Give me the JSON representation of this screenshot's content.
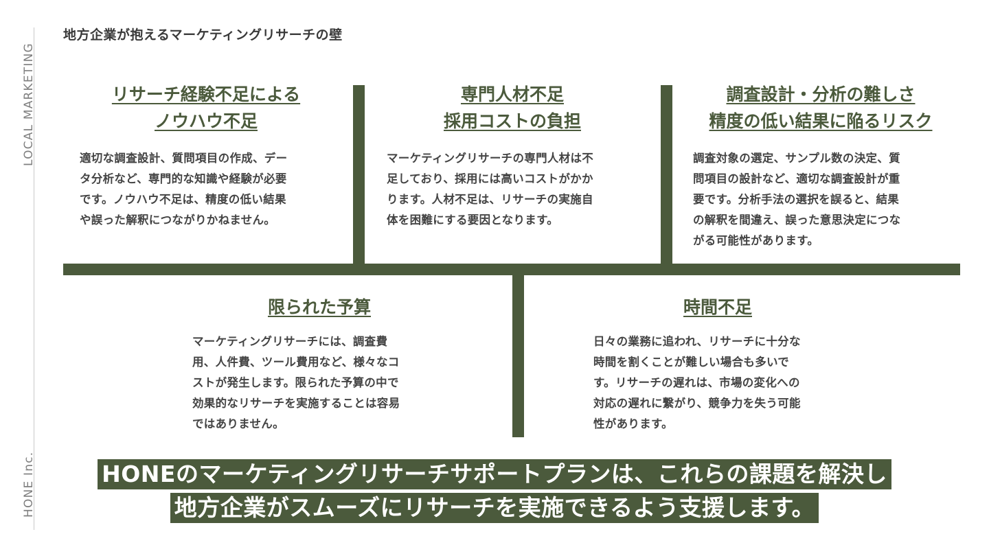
{
  "sidebar": {
    "top_text": "LOCAL MARKETING",
    "bottom_text": "HONE Inc."
  },
  "page_title": "地方企業が抱えるマーケティングリサーチの壁",
  "top_cards": [
    {
      "heading": [
        "リサーチ経験不足による",
        "ノウハウ不足"
      ],
      "body": [
        "適切な調査設計、質問項目の作成、デー",
        "タ分析など、専門的な知識や経験が必要",
        "です。ノウハウ不足は、精度の低い結果",
        "や誤った解釈につながりかねません。"
      ]
    },
    {
      "heading": [
        "専門人材不足",
        "採用コストの負担"
      ],
      "body": [
        "マーケティングリサーチの専門人材は不",
        "足しており、採用には高いコストがかか",
        "ります。人材不足は、リサーチの実施自",
        "体を困難にする要因となります。"
      ]
    },
    {
      "heading": [
        "調査設計・分析の難しさ",
        "精度の低い結果に陥るリスク"
      ],
      "body": [
        "調査対象の選定、サンプル数の決定、質",
        "問項目の設計など、適切な調査設計が重",
        "要です。分析手法の選択を誤ると、結果",
        "の解釈を間違え、誤った意思決定につな",
        "がる可能性があります。"
      ]
    }
  ],
  "bottom_cards": [
    {
      "heading": "限られた予算",
      "body": [
        "マーケティングリサーチには、調査費",
        "用、人件費、ツール費用など、様々なコ",
        "ストが発生します。限られた予算の中で",
        "効果的なリサーチを実施することは容易",
        "ではありません。"
      ]
    },
    {
      "heading": "時間不足",
      "body": [
        "日々の業務に追われ、リサーチに十分な",
        "時間を割くことが難しい場合も多いで",
        "す。リサーチの遅れは、市場の変化への",
        "対応の遅れに繋がり、競争力を失う可能",
        "性があります。"
      ]
    }
  ],
  "banner": {
    "line1": "HONEのマーケティングリサーチサポートプランは、これらの課題を解決し",
    "line2": "地方企業がスムーズにリサーチを実施できるよう支援します。"
  },
  "colors": {
    "accent": "#4b5a3c",
    "text": "#444444",
    "side_text": "#7f7f7f"
  }
}
